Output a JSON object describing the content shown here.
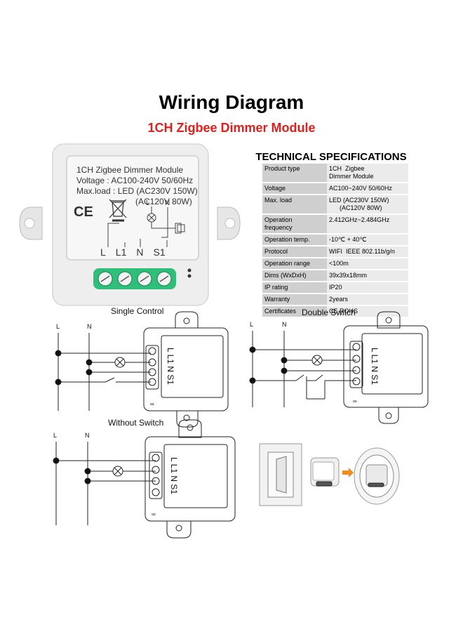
{
  "header": {
    "title": "Wiring Diagram",
    "subtitle": "1CH Zigbee Dimmer Module"
  },
  "module": {
    "line1": "1CH Zigbee Dimmer Module",
    "line2": "Voltage : AC100-240V 50/60Hz",
    "line3": "Max.load : LED (AC230V 150W)",
    "line4": "(AC120V 80W)",
    "ce": "CE",
    "terminals": [
      "L",
      "L1",
      "N",
      "S1"
    ],
    "schematic_L": "L",
    "schematic_N": "N"
  },
  "specs": {
    "title": "TECHNICAL SPECIFICATIONS",
    "rows": [
      {
        "key": "Product type",
        "value": "1CH  Zigbee\nDimmer Module"
      },
      {
        "key": "Voltage",
        "value": "AC100~240V 50/60Hz"
      },
      {
        "key": "Max. load",
        "value": "LED (AC230V 150W)\n      (AC120V 80W)"
      },
      {
        "key": "Operation\nfrequency",
        "value": "2.412GHz~2.484GHz"
      },
      {
        "key": "Operation temp.",
        "value": "-10℃ + 40℃"
      },
      {
        "key": "Protocol",
        "value": "WIFI  IEEE 802.11b/g/n"
      },
      {
        "key": "Operation range",
        "value": "<100m"
      },
      {
        "key": "Dims (WxDxH)",
        "value": "39x39x18mm"
      },
      {
        "key": "IP rating",
        "value": "IP20"
      },
      {
        "key": "Warranty",
        "value": "2years"
      },
      {
        "key": "Certificates",
        "value": "CE ROHS"
      }
    ]
  },
  "diagrams": {
    "single": {
      "label": "Single Control"
    },
    "double": {
      "label": "Double Switch"
    },
    "without": {
      "label": "Without Switch"
    },
    "wire_L": "L",
    "wire_N": "N",
    "terminal_text": "L L1 N S1"
  }
}
